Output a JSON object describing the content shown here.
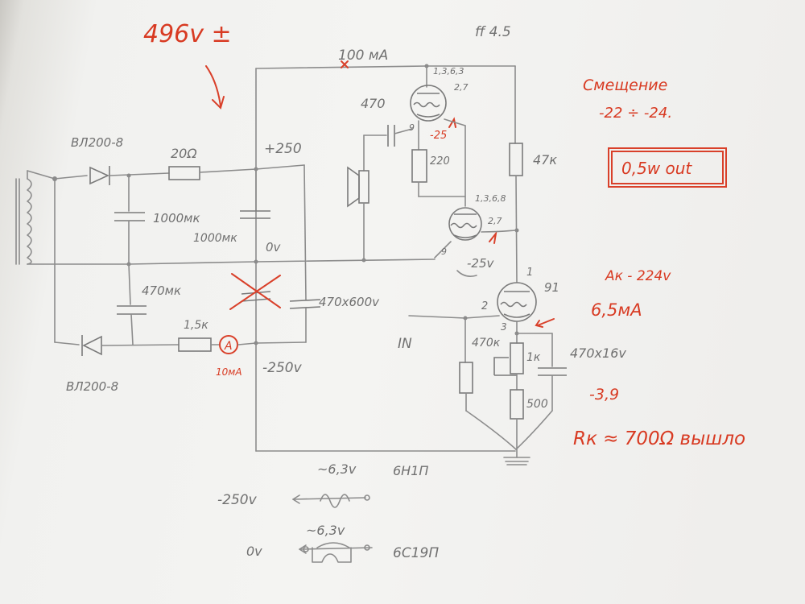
{
  "annotations": {
    "voltage_total": "496v ±",
    "top_current": "100 мА",
    "page_ref": "ff 4.5",
    "bias_label": "Смещение",
    "bias_range": "-22 ÷ -24.",
    "output_power": "0,5w out",
    "anode_voltage": "Ак - 224v",
    "cathode_current": "6,5мА",
    "cathode_voltage": "-3,9",
    "rk_note": "Rк ≈ 700Ω вышло",
    "ammeter_label": "A",
    "ammeter_current": "10мА",
    "heater_v1": "~6,3v",
    "heater_v2": "~6,3v",
    "heater_tube1": "6Н1П",
    "heater_tube2": "6С19П",
    "heater_supply1": "-250v",
    "heater_supply2": "0v"
  },
  "components": {
    "diode_top": "ВЛ200-8",
    "diode_bottom": "ВЛ200-8",
    "res_20": "20Ω",
    "cap_1000_a": "1000мк",
    "cap_1000_b": "1000мк",
    "cap_470": "470мк",
    "res_1_5k": "1,5к",
    "cap_470_600": "470х600v",
    "res_47k": "47к",
    "res_220": "220",
    "res_470k": "470к",
    "res_1k": "1к",
    "res_500": "500",
    "cap_470_16": "470х16v",
    "cap_coupling": "470"
  },
  "nodes": {
    "plus_250": "+250",
    "zero_v": "0v",
    "minus_250": "-250v",
    "input": "IN",
    "v1_top_pins": "1,3,6,3",
    "v1_pin_7": "2,7",
    "v1_pin_9": "9",
    "v1_grid_bias": "-25",
    "v2_top_pins": "1,3,6,8",
    "v2_pin_7": "2,7",
    "v2_pin_9": "9",
    "v2_grid_bias": "-25v",
    "v3_pin_1": "1",
    "v3_pin_2": "2",
    "v3_pin_3": "3",
    "v3_label": "91"
  }
}
